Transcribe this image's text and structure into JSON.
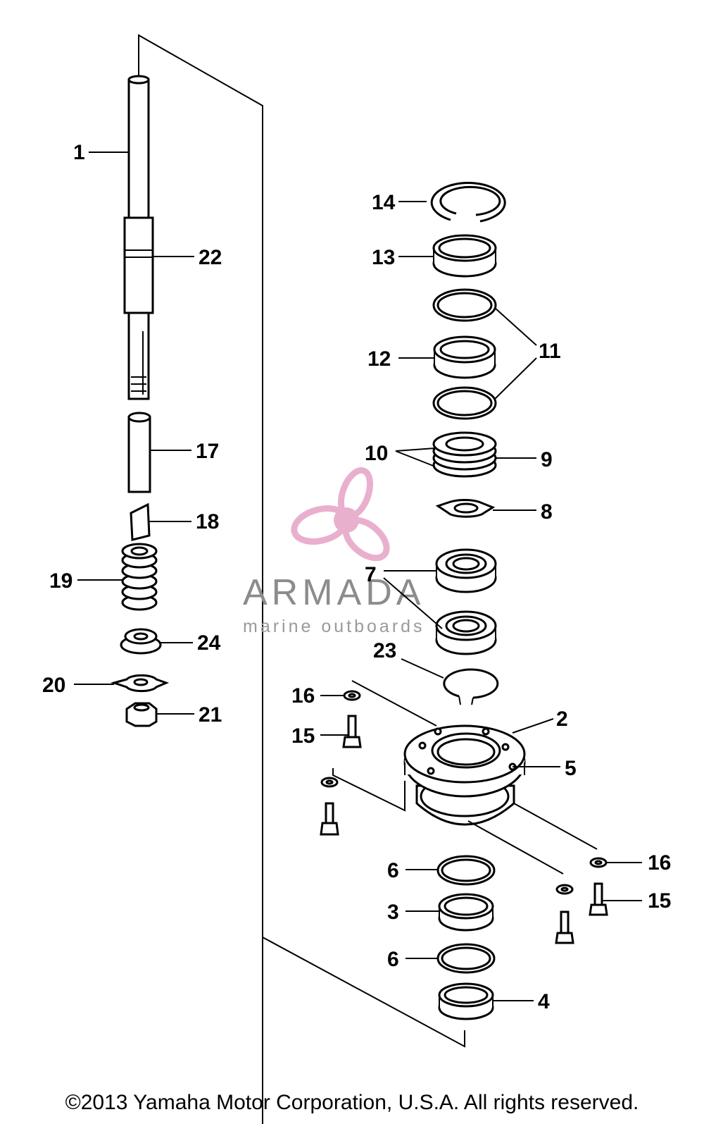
{
  "watermark": {
    "brand": "ARMADA",
    "tagline": "marine outboards",
    "logo_icon": "propeller-logo-icon",
    "logo_color": "#e7a8c9"
  },
  "callouts": {
    "c1": "1",
    "c2": "2",
    "c3": "3",
    "c4": "4",
    "c5": "5",
    "c6a": "6",
    "c6b": "6",
    "c7": "7",
    "c8": "8",
    "c9": "9",
    "c10": "10",
    "c11": "11",
    "c12": "12",
    "c13": "13",
    "c14": "14",
    "c15a": "15",
    "c15b": "15",
    "c16a": "16",
    "c16b": "16",
    "c17": "17",
    "c18": "18",
    "c19": "19",
    "c20": "20",
    "c21": "21",
    "c22": "22",
    "c23": "23",
    "c24": "24"
  },
  "copyright": "©2013 Yamaha Motor Corporation, U.S.A. All rights reserved."
}
